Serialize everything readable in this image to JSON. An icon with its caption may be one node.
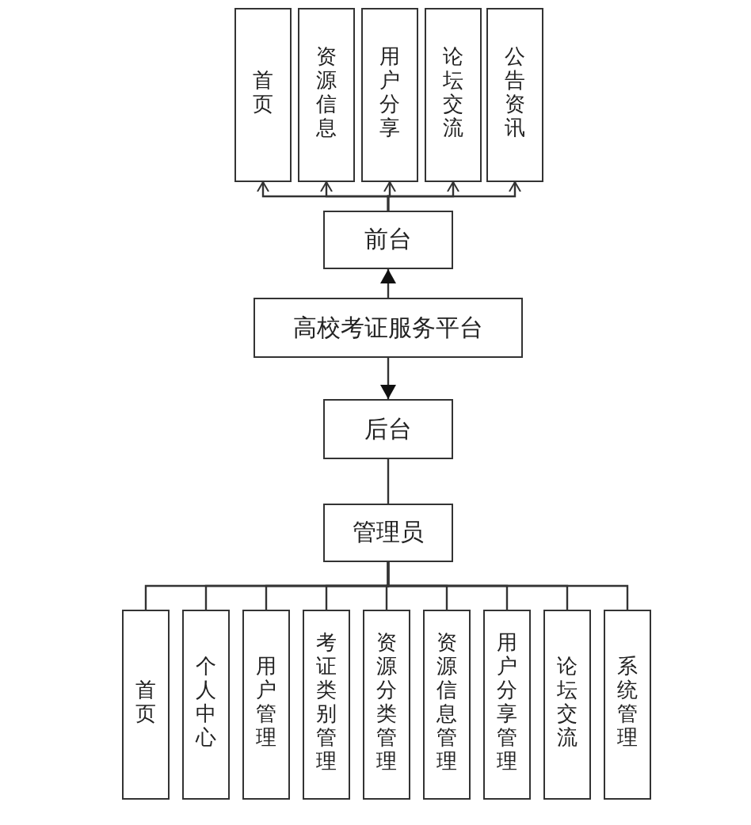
{
  "diagram": {
    "nodes": [
      {
        "text": [
          "首页"
        ]
      },
      {
        "text": [
          "资源信息"
        ]
      },
      {
        "text": [
          "用户分享"
        ]
      },
      {
        "text": [
          "论坛交流"
        ]
      },
      {
        "text": [
          "公告资讯"
        ]
      },
      {
        "text": [
          "前台"
        ]
      },
      {
        "text": [
          "高校考证服务平台"
        ]
      },
      {
        "text": [
          "后台"
        ]
      },
      {
        "text": [
          "管理员"
        ]
      },
      {
        "text": [
          "首页"
        ]
      },
      {
        "text": [
          "个人中心"
        ]
      },
      {
        "text": [
          "用户管理"
        ]
      },
      {
        "text": [
          "考证类别管理"
        ]
      },
      {
        "text": [
          "资源分类管理"
        ]
      },
      {
        "text": [
          "资源信息管理"
        ]
      },
      {
        "text": [
          "用户分享管理"
        ]
      },
      {
        "text": [
          "论坛交流"
        ]
      },
      {
        "text": [
          "系统管理"
        ]
      }
    ],
    "edges": [
      {
        "from": 5,
        "to": 0,
        "arrow": "to"
      },
      {
        "from": 5,
        "to": 1,
        "arrow": "to"
      },
      {
        "from": 5,
        "to": 2,
        "arrow": "to"
      },
      {
        "from": 5,
        "to": 3,
        "arrow": "to"
      },
      {
        "from": 5,
        "to": 4,
        "arrow": "to"
      },
      {
        "from": 6,
        "to": 5,
        "arrow": "to"
      },
      {
        "from": 6,
        "to": 7,
        "arrow": "to"
      },
      {
        "from": 7,
        "to": 8,
        "arrow": "none"
      },
      {
        "from": 8,
        "to": 9,
        "arrow": "none"
      },
      {
        "from": 8,
        "to": 10,
        "arrow": "none"
      },
      {
        "from": 8,
        "to": 11,
        "arrow": "none"
      },
      {
        "from": 8,
        "to": 12,
        "arrow": "none"
      },
      {
        "from": 8,
        "to": 13,
        "arrow": "none"
      },
      {
        "from": 8,
        "to": 14,
        "arrow": "none"
      },
      {
        "from": 8,
        "to": 15,
        "arrow": "none"
      },
      {
        "from": 8,
        "to": 16,
        "arrow": "none"
      },
      {
        "from": 8,
        "to": 17,
        "arrow": "none"
      }
    ]
  }
}
